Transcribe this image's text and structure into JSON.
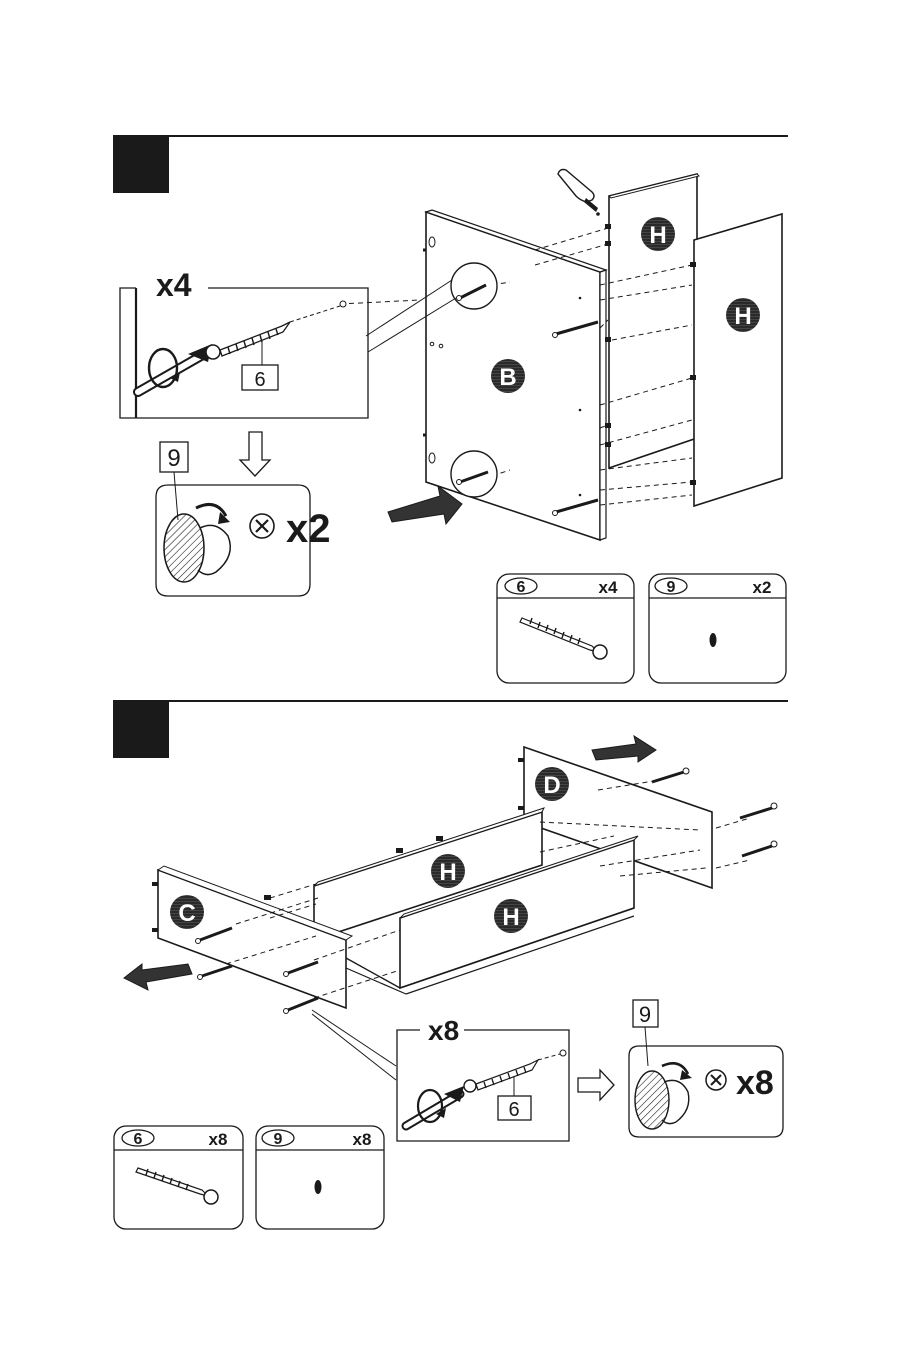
{
  "step1": {
    "multiplier_screw": "x4",
    "screw_callout": "6",
    "cap_callout": "9",
    "cap_multiplier": "x2",
    "panels": {
      "back": "B",
      "side_a": "H",
      "side_b": "H"
    },
    "parts": [
      {
        "part": "6",
        "qty": "x4"
      },
      {
        "part": "9",
        "qty": "x2"
      }
    ]
  },
  "step2": {
    "multiplier_screw": "x8",
    "screw_callout": "6",
    "cap_callout": "9",
    "cap_multiplier": "x8",
    "panels": {
      "front": "C",
      "rear": "D",
      "side_a": "H",
      "side_b": "H"
    },
    "parts": [
      {
        "part": "6",
        "qty": "x8"
      },
      {
        "part": "9",
        "qty": "x8"
      }
    ]
  },
  "colors": {
    "ink": "#1a1a1a",
    "paper": "#ffffff",
    "badge": "#2a2a2a"
  }
}
